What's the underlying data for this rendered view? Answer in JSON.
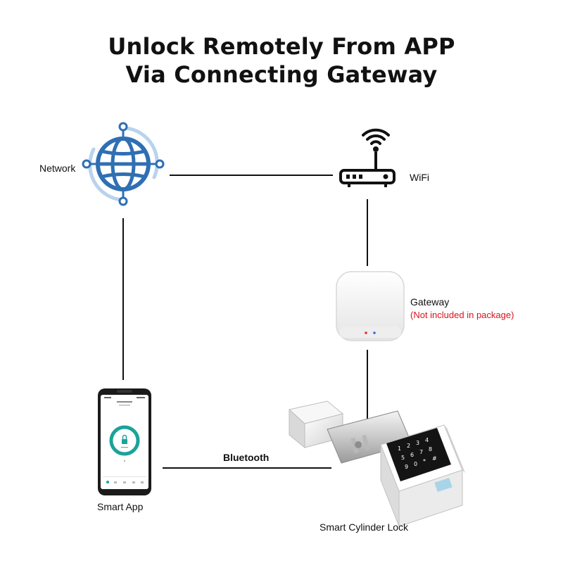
{
  "title": {
    "line1": "Unlock Remotely From APP",
    "line2": "Via Connecting Gateway"
  },
  "nodes": {
    "network": {
      "label": "Network",
      "icon": "globe-network-icon"
    },
    "wifi": {
      "label": "WiFi",
      "icon": "wifi-router-icon"
    },
    "gateway": {
      "label": "Gateway",
      "note": "(Not included in package)",
      "icon": "gateway-device-icon"
    },
    "app": {
      "label": "Smart App",
      "icon": "smartphone-icon"
    },
    "lock": {
      "label": "Smart Cylinder Lock",
      "icon": "cylinder-lock-icon"
    }
  },
  "connections": {
    "bluetooth_label": "Bluetooth"
  },
  "colors": {
    "globe_blue": "#2f6fb3",
    "globe_light": "#9fc3e8",
    "note_red": "#d6141c",
    "app_teal": "#1aa39a"
  }
}
